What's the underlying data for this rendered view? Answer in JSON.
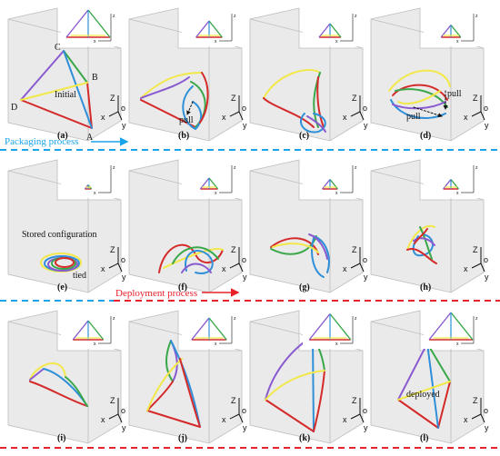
{
  "panels": [
    {
      "id": "a",
      "label": "(a)"
    },
    {
      "id": "b",
      "label": "(b)"
    },
    {
      "id": "c",
      "label": "(c)"
    },
    {
      "id": "d",
      "label": "(d)"
    },
    {
      "id": "e",
      "label": "(e)"
    },
    {
      "id": "f",
      "label": "(f)"
    },
    {
      "id": "g",
      "label": "(g)"
    },
    {
      "id": "h",
      "label": "(h)"
    },
    {
      "id": "i",
      "label": "(i)"
    },
    {
      "id": "j",
      "label": "(j)"
    },
    {
      "id": "k",
      "label": "(k)"
    },
    {
      "id": "l",
      "label": "(l)"
    }
  ],
  "vertex_labels": {
    "A": "A",
    "B": "B",
    "C": "C",
    "D": "D"
  },
  "annotations": {
    "initial": "Initial",
    "pull": "pull",
    "stored": "Stored configuration",
    "tied": "tied",
    "deployed": "deployed"
  },
  "axes": {
    "x": "x",
    "y": "y",
    "z": "z",
    "origin": "o"
  },
  "processes": {
    "packaging": "Packaging process",
    "deployment": "Deployment process"
  },
  "colors": {
    "yellow": "#f2e84a",
    "green": "#3aa84a",
    "blue": "#2f8fd8",
    "red": "#d42a2a",
    "purple": "#8a5ad0",
    "box_fill": "#d9d9d9",
    "box_stroke": "#bdbdbd",
    "packaging": "#1aa3e8",
    "deployment": "#e8202a"
  }
}
